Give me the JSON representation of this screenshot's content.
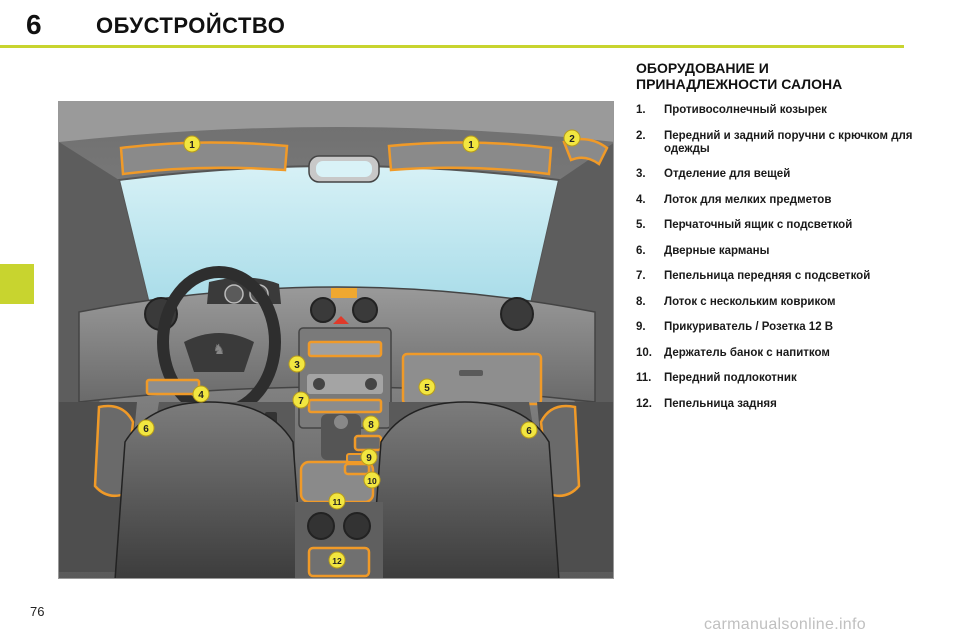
{
  "header": {
    "chapter_number": "6",
    "chapter_title": "ОБУСТРОЙСТВО"
  },
  "section": {
    "title_line1": "ОБОРУДОВАНИЕ И",
    "title_line2": "ПРИНАДЛЕЖНОСТИ САЛОНА"
  },
  "legend": [
    {
      "num": "1.",
      "text": "Противосолнечный козырек"
    },
    {
      "num": "2.",
      "text": "Передний и задний поручни с крючком для одежды"
    },
    {
      "num": "3.",
      "text": "Отделение для вещей"
    },
    {
      "num": "4.",
      "text": "Лоток для мелких предметов"
    },
    {
      "num": "5.",
      "text": "Перчаточный ящик с подсветкой"
    },
    {
      "num": "6.",
      "text": "Дверные карманы"
    },
    {
      "num": "7.",
      "text": "Пепельница передняя с подсветкой"
    },
    {
      "num": "8.",
      "text": "Лоток с нескольким ковриком"
    },
    {
      "num": "9.",
      "text": "Прикуриватель / Розетка 12 В"
    },
    {
      "num": "10.",
      "text": "Держатель банок с напитком"
    },
    {
      "num": "11.",
      "text": "Передний подлокотник"
    },
    {
      "num": "12.",
      "text": "Пепельница задняя"
    }
  ],
  "figure": {
    "callouts": [
      "1",
      "1",
      "2",
      "3",
      "4",
      "5",
      "6",
      "6",
      "7",
      "8",
      "9",
      "10",
      "11",
      "12"
    ],
    "colors": {
      "highlight": "#f09a28",
      "callout_fill": "#f2e640",
      "windshield": "#b8e4ee",
      "interior_dark": "#4a4a4a",
      "dashboard": "#8c8c8c",
      "floor": "#5a5a5a"
    }
  },
  "footer": {
    "page_number": "76",
    "watermark": "carmanualsonline.info"
  }
}
